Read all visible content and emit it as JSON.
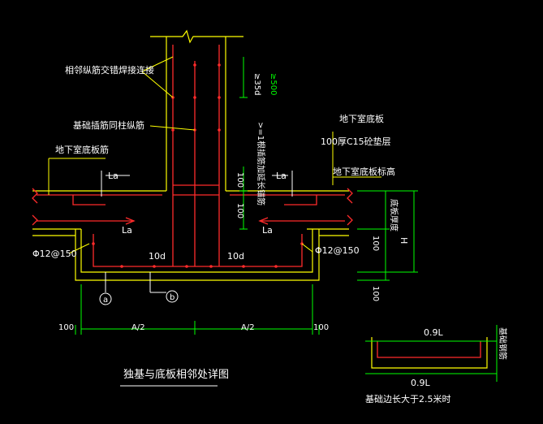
{
  "diagram": {
    "title": "独基与底板相邻处详图",
    "labels": {
      "overlap_splice": "相邻纵筋交错焊接连接",
      "column_bars": "基础插筋同柱纵筋",
      "slab_bars": "地下室底板筋",
      "basement_slab": "地下室底板",
      "cushion": "100厚C15砼垫层",
      "slab_elev": "地下室底板标高",
      "dowel_note": ">=1根插筋加延长锚筋",
      "slab_thk": "底板厚度",
      "anchor_35d": "≥35d",
      "anchor_500": "≥500",
      "la": "La",
      "bar_spec_left": "Φ12@150",
      "bar_spec_right": "Φ12@150",
      "ten_d": "10d",
      "dim_100": "100",
      "dim_A2": "A/2",
      "dim_H": "H",
      "axis_a": "a",
      "axis_b": "b",
      "small_09L": "0.9L",
      "small_side": "基础钢筋",
      "small_note": "基础边长大于2.5米时"
    },
    "colors": {
      "background": "#000000",
      "outline": "#ffff00",
      "rebar": "#ff2b2b",
      "dimension": "#00ff00",
      "leader": "#ffff00",
      "text": "#ffffff"
    }
  }
}
